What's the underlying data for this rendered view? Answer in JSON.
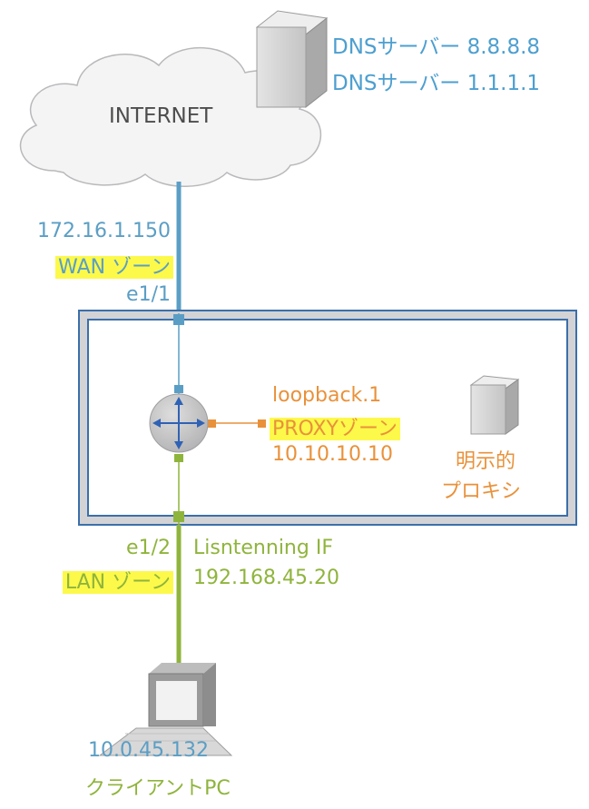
{
  "colors": {
    "wan": "#5b9ec5",
    "lan": "#8fb43c",
    "proxy": "#e9913a",
    "box_border": "#3b6faa",
    "highlight": "#fcf94a",
    "router": "#c7c7c9",
    "router_arrows": "#2f62b5",
    "dns_text": "#4d9fd0"
  },
  "internet": {
    "label": "INTERNET",
    "icon": "cloud-icon"
  },
  "dns": {
    "icon": "server-icon",
    "servers": [
      "DNSサーバー 8.8.8.8",
      "DNSサーバー 1.1.1.1"
    ]
  },
  "wan": {
    "ip": "172.16.1.150",
    "zone": "WAN ゾーン",
    "interface": "e1/1"
  },
  "proxy": {
    "interface": "loopback.1",
    "zone": "PROXYゾーン",
    "ip": "10.10.10.10",
    "server_icon": "server-icon",
    "label_line1": "明示的",
    "label_line2": "プロキシ"
  },
  "lan": {
    "interface": "e1/2",
    "zone": "LAN ゾーン",
    "listening_label": "Lisntenning IF",
    "listening_ip": "192.168.45.20"
  },
  "client": {
    "ip": "10.0.45.132",
    "label": "クライアントPC",
    "icon": "laptop-icon"
  },
  "router": {
    "icon": "router-icon"
  }
}
